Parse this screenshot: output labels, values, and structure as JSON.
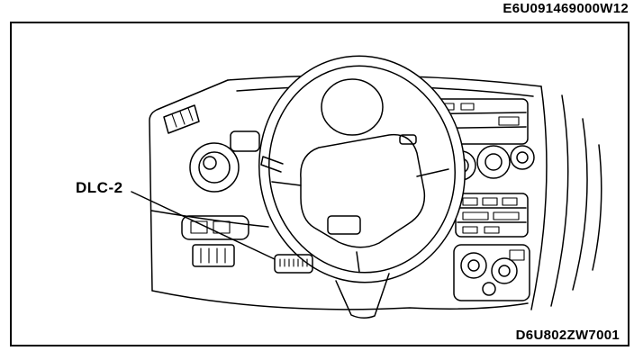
{
  "figure": {
    "top_right_code": "E6U091469000W12",
    "callout_label": "DLC-2",
    "bottom_right_code": "D6U802ZW7001"
  },
  "colors": {
    "line_color": "#000000",
    "background": "#ffffff"
  }
}
